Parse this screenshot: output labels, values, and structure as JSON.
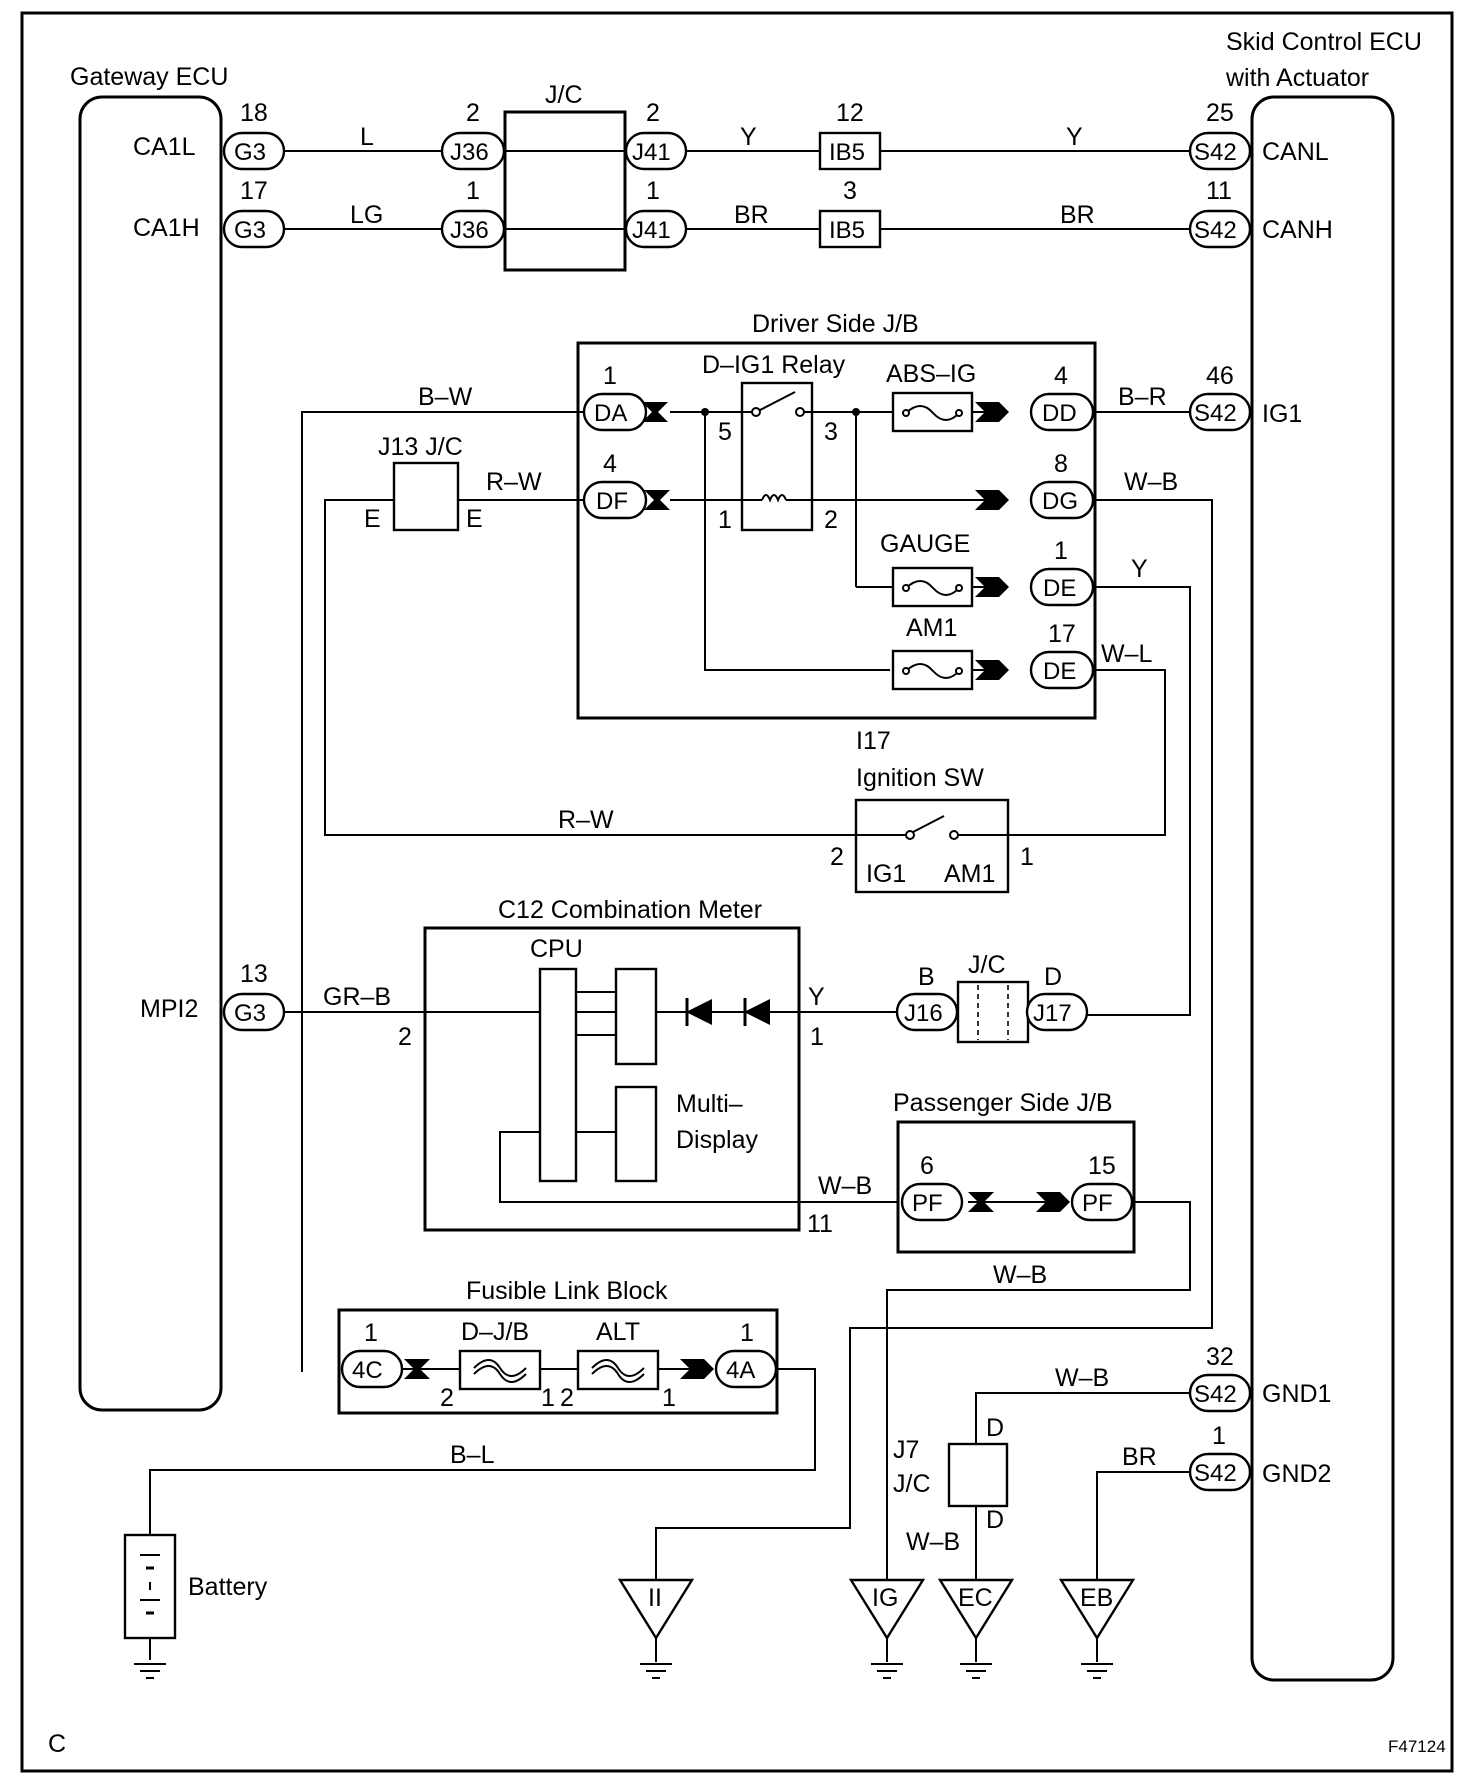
{
  "diagram": {
    "corner_left": "C",
    "figure_code": "F47124",
    "gateway_ecu": {
      "title": "Gateway ECU",
      "terminals": [
        "CA1L",
        "CA1H",
        "MPI2"
      ]
    },
    "skid_ecu": {
      "title_line1": "Skid Control ECU",
      "title_line2": "with Actuator",
      "terminals": [
        "CANL",
        "CANH",
        "IG1",
        "GND1",
        "GND2"
      ]
    },
    "jc_top": {
      "label": "J/C"
    },
    "driver_jb": {
      "title": "Driver Side J/B",
      "relay": "D–IG1 Relay",
      "fuses": [
        "ABS–IG",
        "GAUGE",
        "AM1"
      ]
    },
    "j13": {
      "label": "J13 J/C",
      "left": "E",
      "right": "E"
    },
    "ignition": {
      "code": "I17",
      "title": "Ignition SW",
      "ig1": "IG1",
      "am1": "AM1"
    },
    "meter": {
      "title": "C12 Combination Meter",
      "cpu": "CPU",
      "md1": "Multi–",
      "md2": "Display"
    },
    "jc_mid": {
      "label": "J/C",
      "left": "B",
      "right": "D"
    },
    "passenger_jb": {
      "title": "Passenger Side J/B"
    },
    "fusible": {
      "title": "Fusible Link Block",
      "fuse1": "D–J/B",
      "fuse2": "ALT"
    },
    "j7": {
      "code": "J7",
      "label": "J/C",
      "top": "D",
      "bottom": "D"
    },
    "battery": "Battery",
    "grounds": [
      "II",
      "IG",
      "EC",
      "EB"
    ],
    "connectors": {
      "g3": "G3",
      "j36": "J36",
      "j41": "J41",
      "ib5": "IB5",
      "s42": "S42",
      "da": "DA",
      "df": "DF",
      "dd": "DD",
      "dg": "DG",
      "de": "DE",
      "j16": "J16",
      "j17": "J17",
      "pf": "PF",
      "c4c": "4C",
      "c4a": "4A"
    },
    "wire_colors": {
      "l": "L",
      "lg": "LG",
      "y": "Y",
      "br": "BR",
      "bw": "B–W",
      "rw": "R–W",
      "br2": "B–R",
      "wb": "W–B",
      "wl": "W–L",
      "grb": "GR–B",
      "bl": "B–L"
    },
    "pins": {
      "p18": "18",
      "p17": "17",
      "p13": "13",
      "p2": "2",
      "p1": "1",
      "p12": "12",
      "p3": "3",
      "p25": "25",
      "p11": "11",
      "p46": "46",
      "p32": "32",
      "p4": "4",
      "p8": "8",
      "p5": "5",
      "p6": "6",
      "p15": "15"
    }
  }
}
